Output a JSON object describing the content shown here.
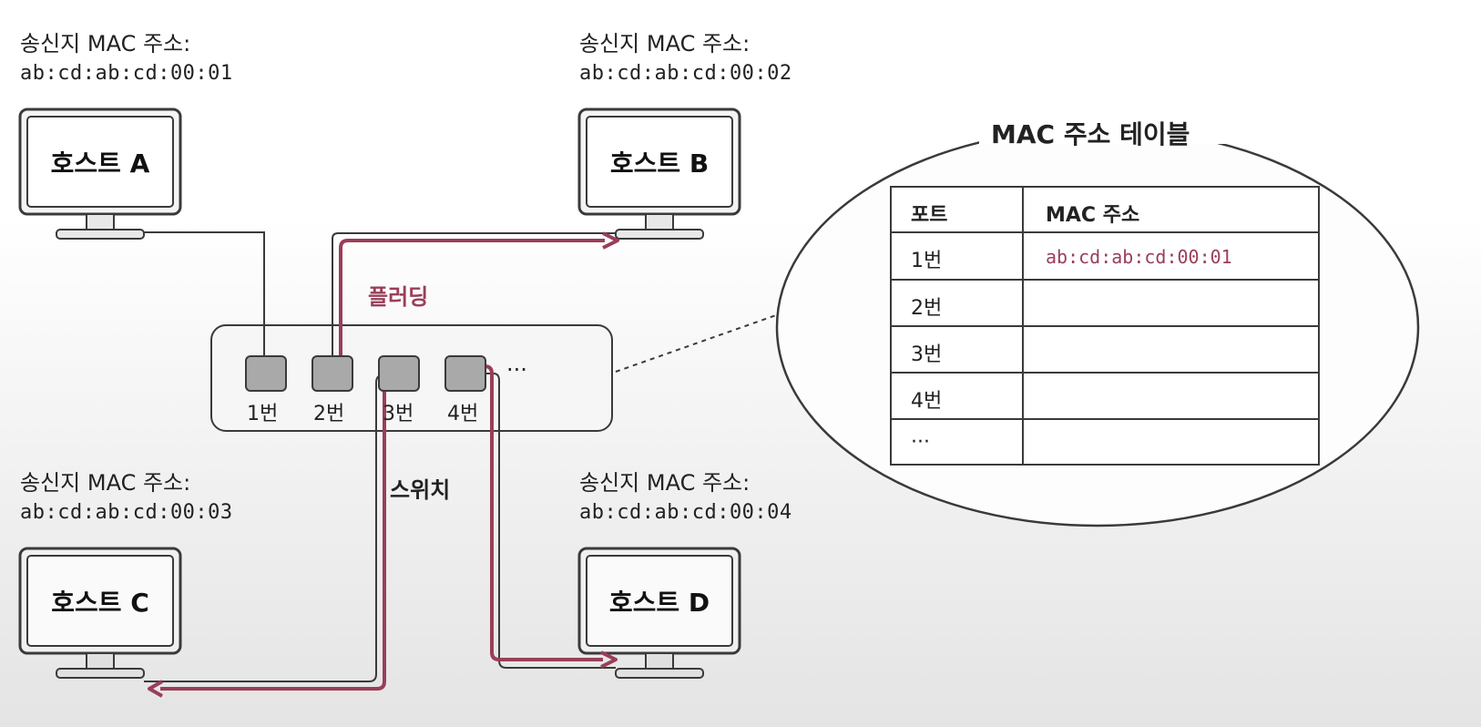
{
  "hosts": {
    "a": {
      "name": "호스트 A",
      "caption": "송신지 MAC 주소:",
      "mac": "ab:cd:ab:cd:00:01"
    },
    "b": {
      "name": "호스트 B",
      "caption": "송신지 MAC 주소:",
      "mac": "ab:cd:ab:cd:00:02"
    },
    "c": {
      "name": "호스트 C",
      "caption": "송신지 MAC 주소:",
      "mac": "ab:cd:ab:cd:00:03"
    },
    "d": {
      "name": "호스트 D",
      "caption": "송신지 MAC 주소:",
      "mac": "ab:cd:ab:cd:00:04"
    }
  },
  "switch": {
    "label": "스위치",
    "ports": [
      "1번",
      "2번",
      "3번",
      "4번"
    ],
    "more": "···"
  },
  "flooding_label": "플러딩",
  "mac_table": {
    "title": "MAC 주소 테이블",
    "headers": [
      "포트",
      "MAC 주소"
    ],
    "rows": [
      {
        "port": "1번",
        "mac": "ab:cd:ab:cd:00:01"
      },
      {
        "port": "2번",
        "mac": ""
      },
      {
        "port": "3번",
        "mac": ""
      },
      {
        "port": "4번",
        "mac": ""
      },
      {
        "port": "···",
        "mac": ""
      }
    ]
  },
  "colors": {
    "accent": "#9a3e58",
    "line": "#3a3a3a",
    "port_fill": "#a9a9a9",
    "screen_fill": "#f4f4f4"
  }
}
